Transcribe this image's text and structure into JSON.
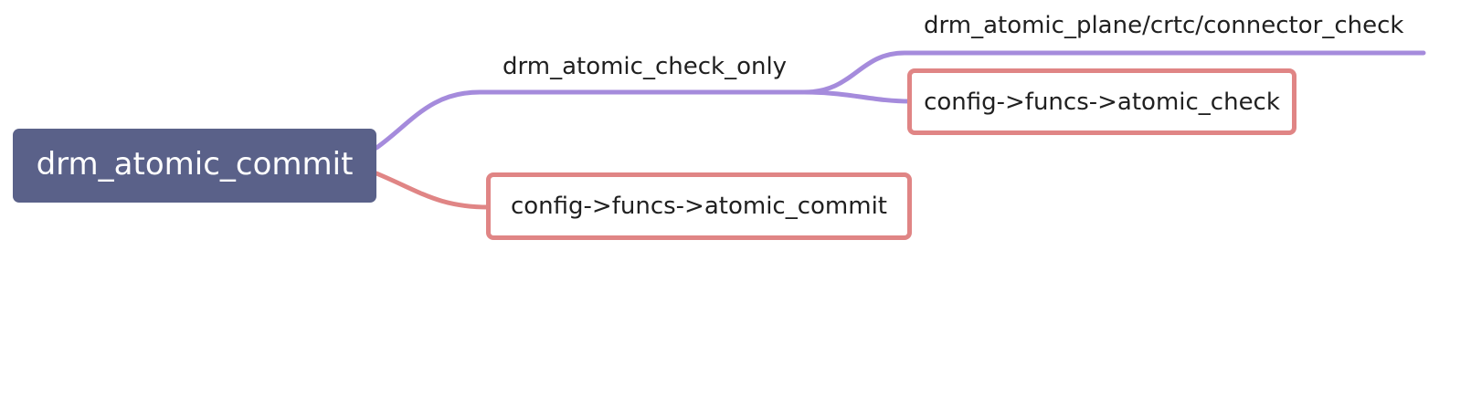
{
  "mindmap": {
    "root": {
      "label": "drm_atomic_commit"
    },
    "branches": [
      {
        "label": "drm_atomic_check_only",
        "children": [
          {
            "label": "drm_atomic_plane/crtc/connector_check"
          },
          {
            "label": "config->funcs->atomic_check"
          }
        ]
      },
      {
        "label": "config->funcs->atomic_commit"
      }
    ]
  },
  "colors": {
    "root_fill": "#5a6189",
    "check_branch_line": "#a58bdc",
    "commit_branch_line": "#e08585",
    "boxed_node_border": "#e08585",
    "text": "#202020"
  }
}
